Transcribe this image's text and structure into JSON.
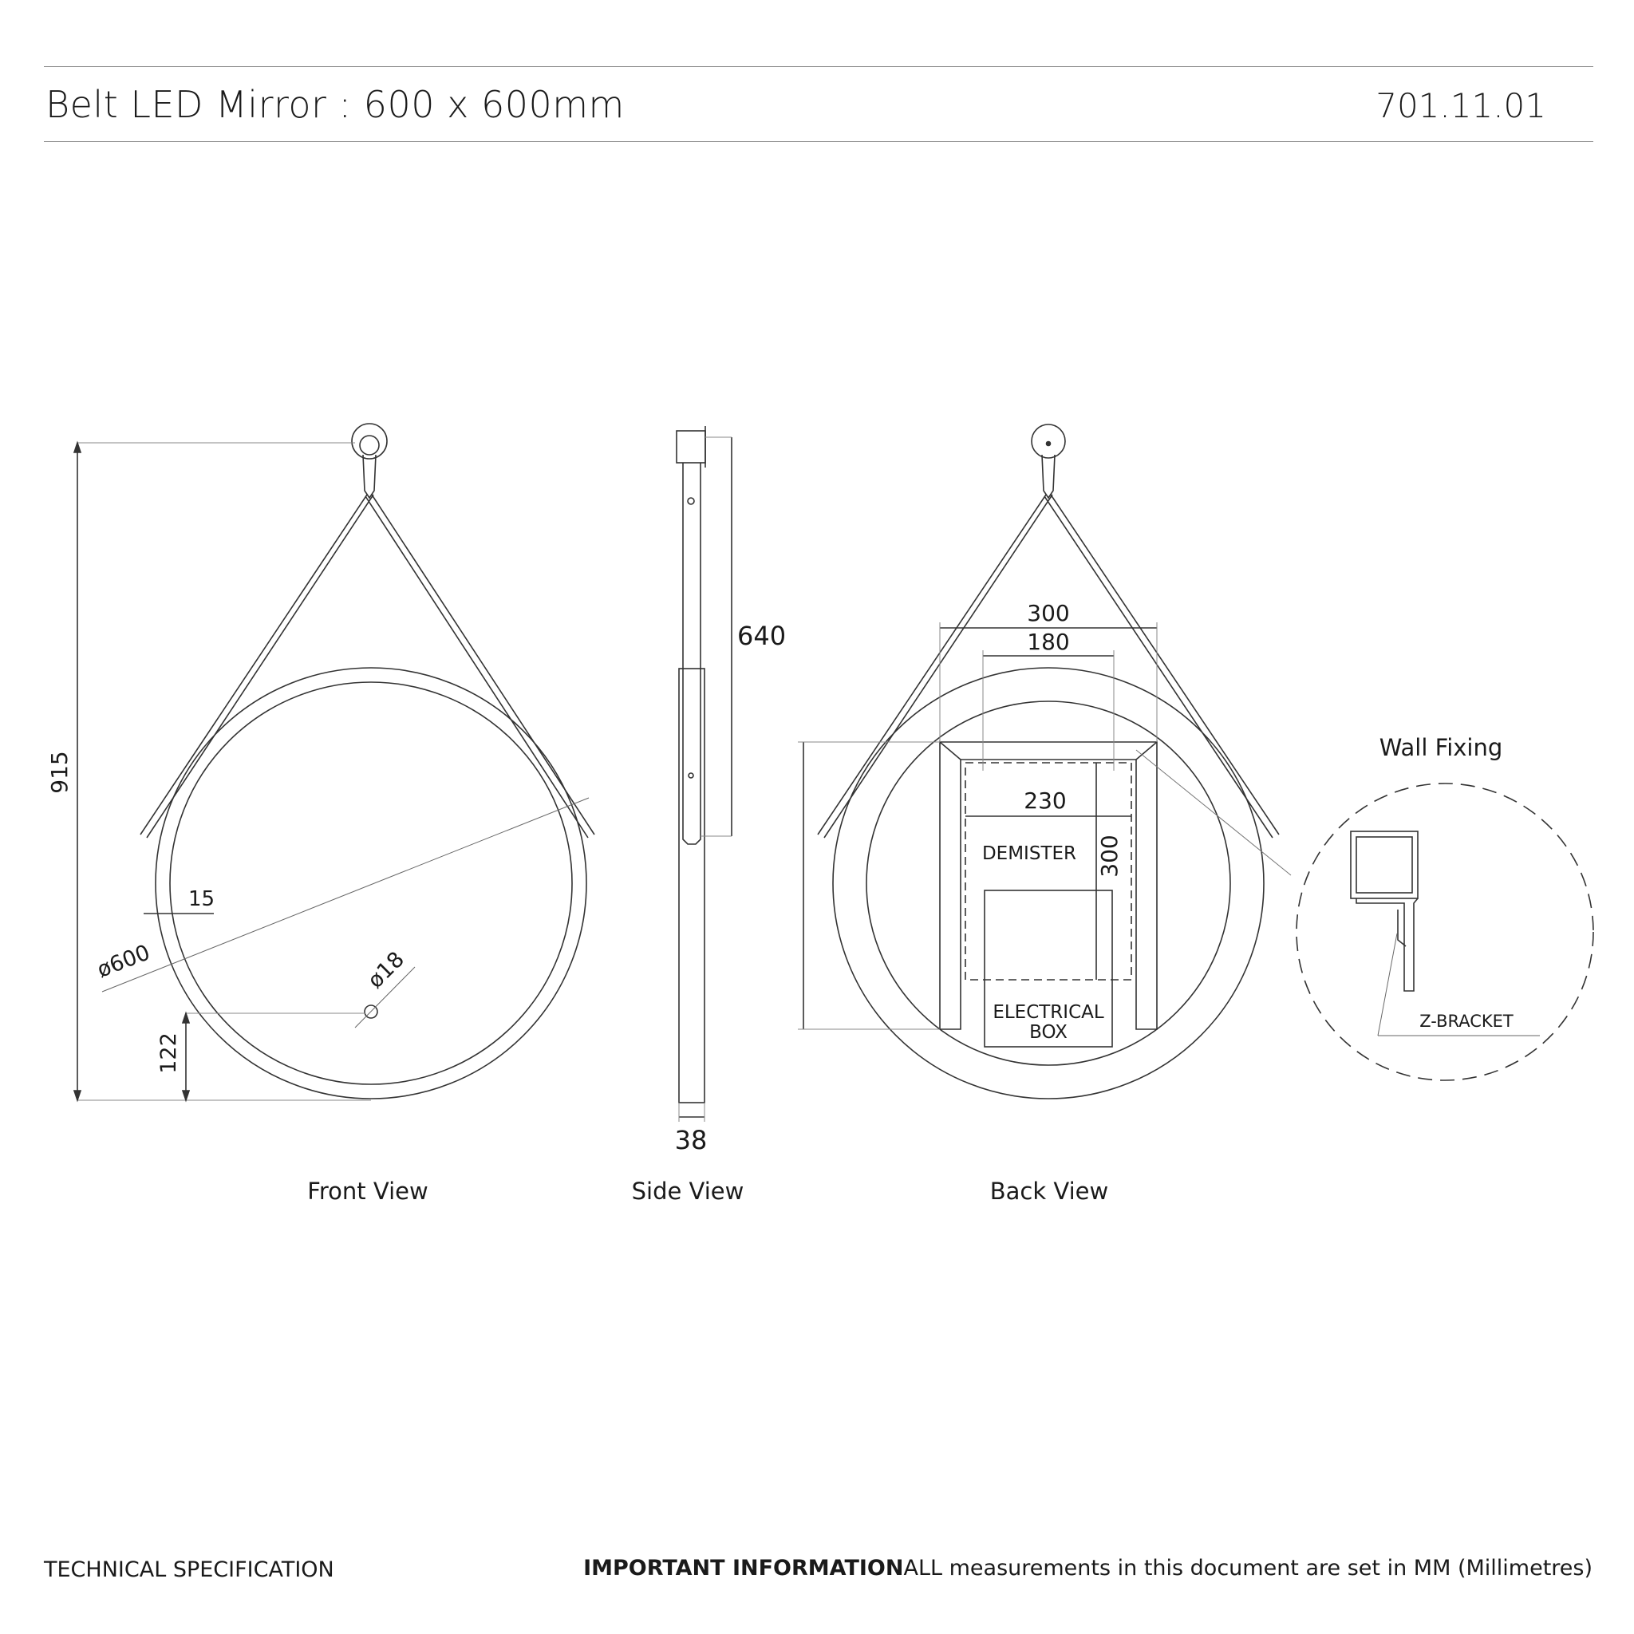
{
  "header": {
    "title": "Belt LED Mirror : 600 x 600mm",
    "product_code": "701.11.01"
  },
  "views": {
    "front_label": "Front View",
    "side_label": "Side View",
    "back_label": "Back View",
    "wall_fixing_label": "Wall Fixing"
  },
  "front_view": {
    "overall_height": "915",
    "frame_width": "15",
    "diameter": "ø600",
    "sensor_diameter": "ø18",
    "sensor_height": "122"
  },
  "side_view": {
    "strap_length": "640",
    "depth": "38"
  },
  "back_view": {
    "outer_width": "300",
    "inner_width": "180",
    "demister_width": "230",
    "demister_height": "300",
    "demister_label": "DEMISTER",
    "electrical_box_label_line1": "ELECTRICAL",
    "electrical_box_label_line2": "BOX"
  },
  "wall_fixing": {
    "bracket_label": "Z-BRACKET"
  },
  "footer": {
    "left": "TECHNICAL SPECIFICATION",
    "important_label": "IMPORTANT INFORMATION",
    "important_text": "ALL measurements in this document are set in MM (Millimetres)"
  }
}
